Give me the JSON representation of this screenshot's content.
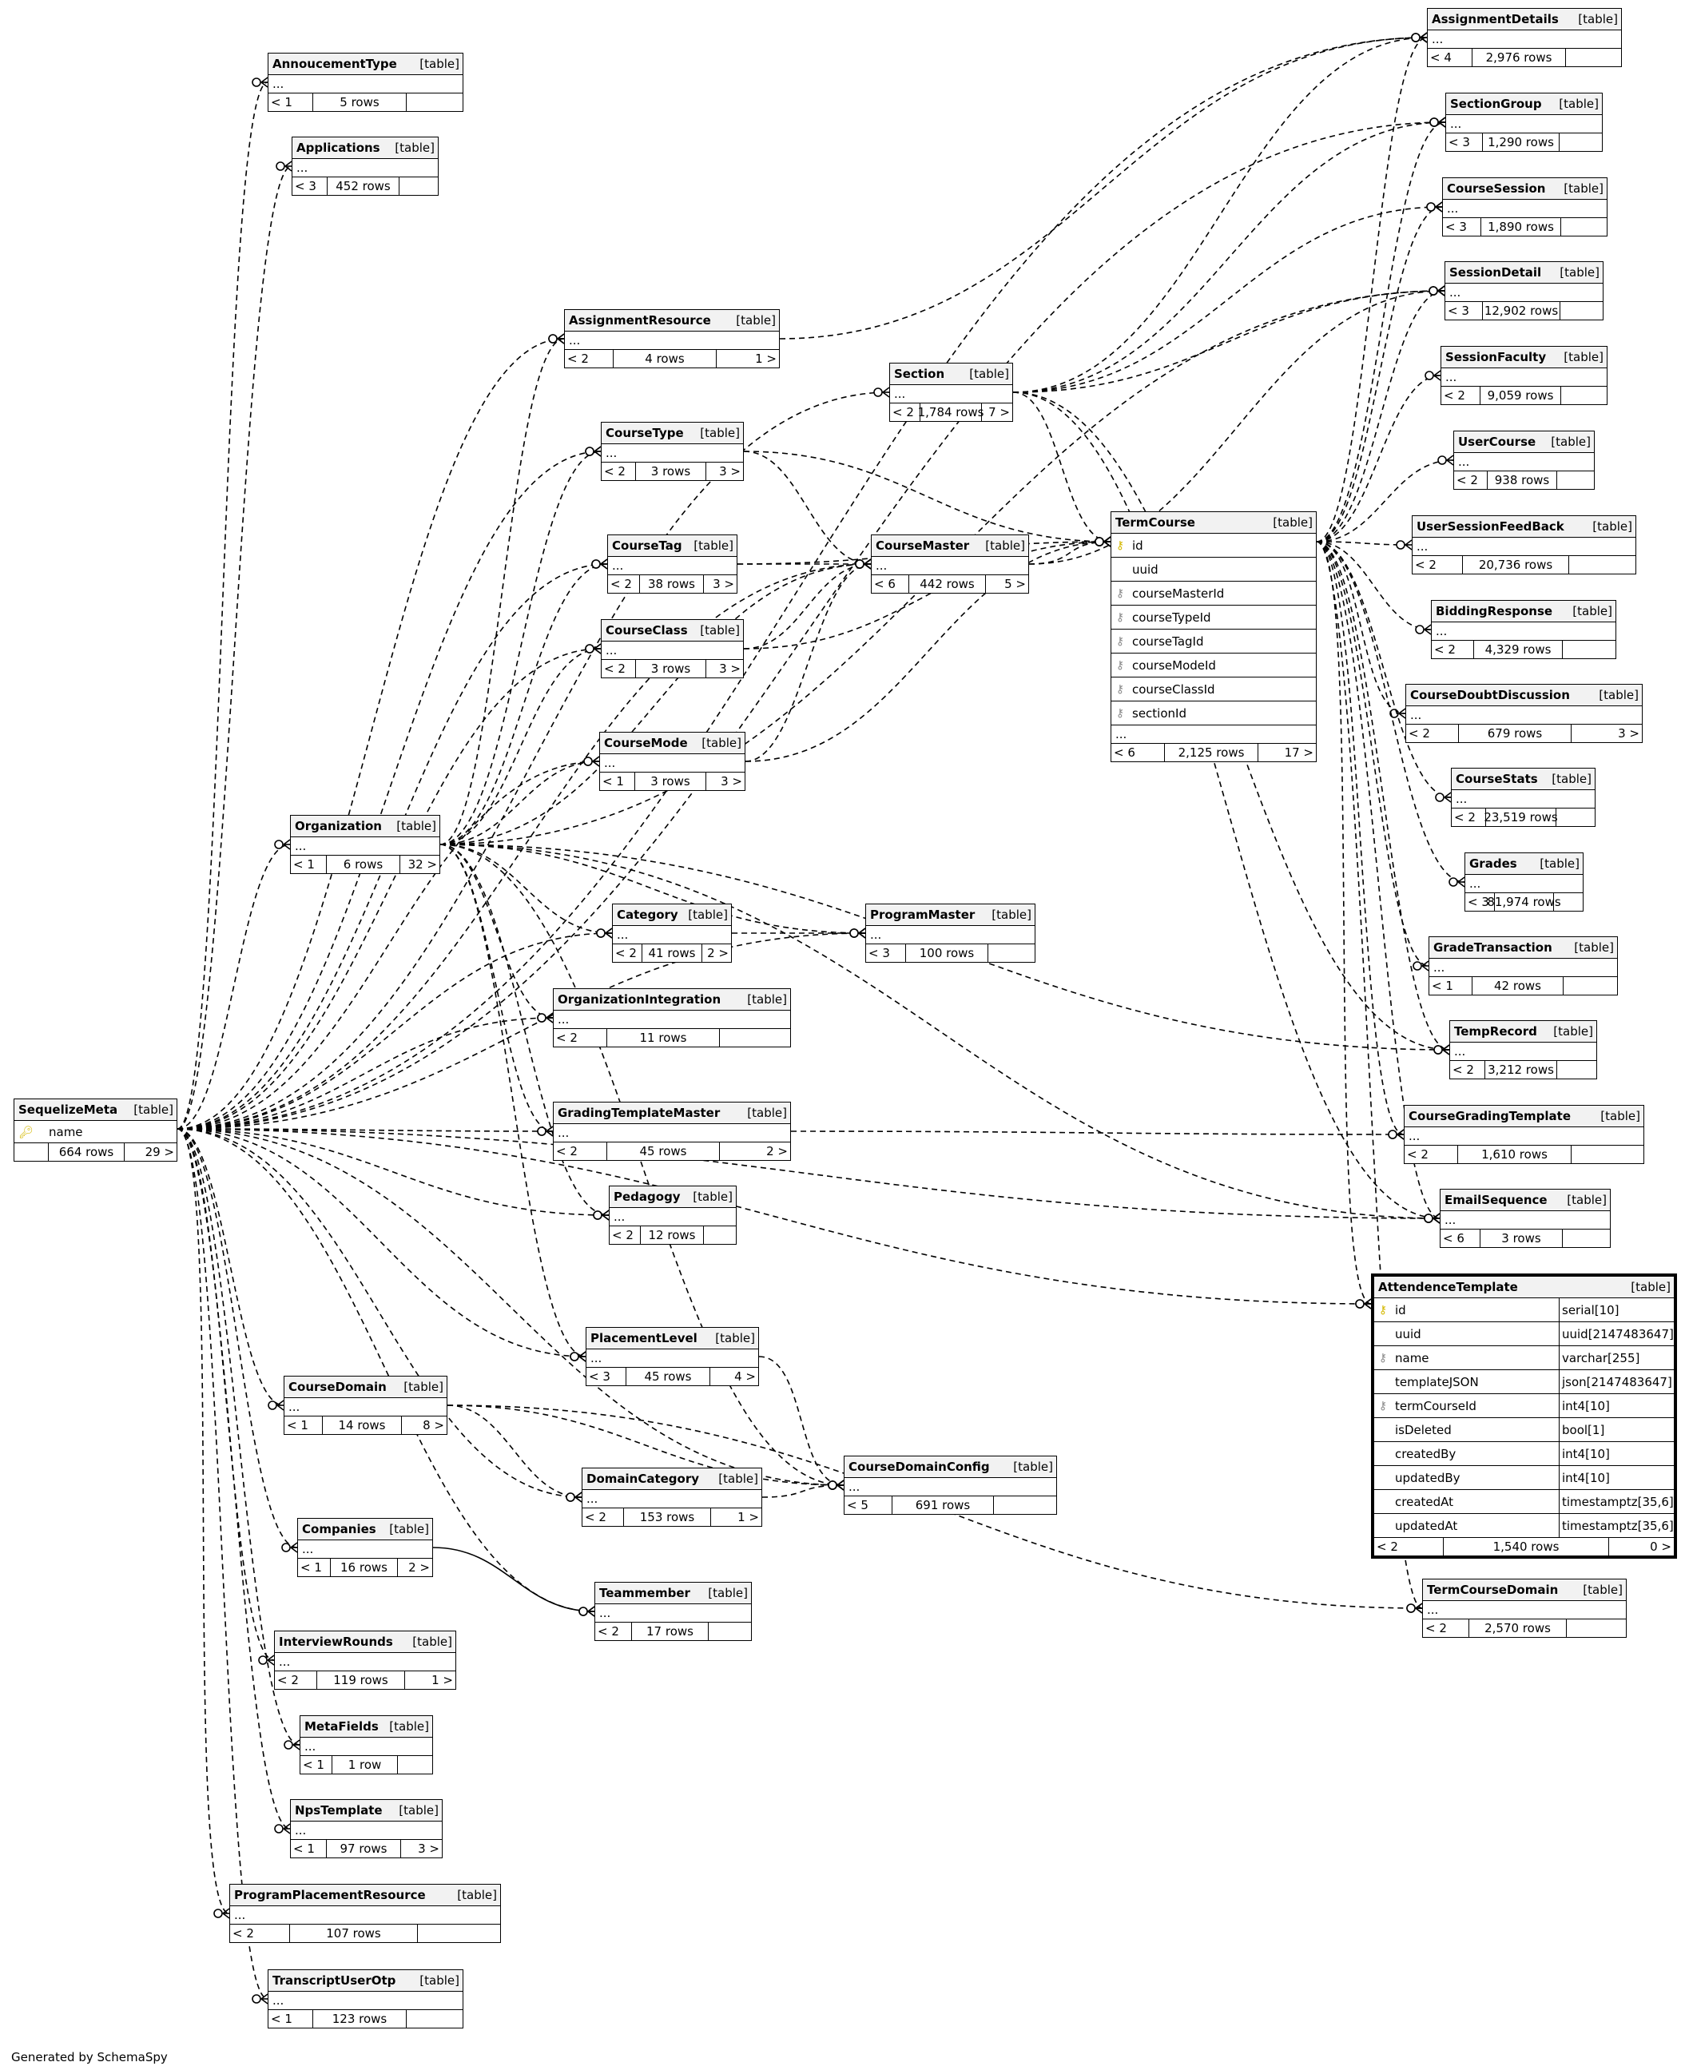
{
  "footer": "Generated by SchemaSpy",
  "table_kind_label": "[table]",
  "ellipsis": "...",
  "tables": {
    "AnnoucementType": {
      "name": "AnnoucementType",
      "parents": "< 1",
      "rows": "5 rows",
      "children": ""
    },
    "Applications": {
      "name": "Applications",
      "parents": "< 3",
      "rows": "452 rows",
      "children": ""
    },
    "AssignmentResource": {
      "name": "AssignmentResource",
      "parents": "< 2",
      "rows": "4 rows",
      "children": "1 >"
    },
    "Section": {
      "name": "Section",
      "parents": "< 2",
      "rows": "1,784 rows",
      "children": "7 >"
    },
    "CourseType": {
      "name": "CourseType",
      "parents": "< 2",
      "rows": "3 rows",
      "children": "3 >"
    },
    "CourseTag": {
      "name": "CourseTag",
      "parents": "< 2",
      "rows": "38 rows",
      "children": "3 >"
    },
    "CourseMaster": {
      "name": "CourseMaster",
      "parents": "< 6",
      "rows": "442 rows",
      "children": "5 >"
    },
    "CourseClass": {
      "name": "CourseClass",
      "parents": "< 2",
      "rows": "3 rows",
      "children": "3 >"
    },
    "CourseMode": {
      "name": "CourseMode",
      "parents": "< 1",
      "rows": "3 rows",
      "children": "3 >"
    },
    "Organization": {
      "name": "Organization",
      "parents": "< 1",
      "rows": "6 rows",
      "children": "32 >"
    },
    "Category": {
      "name": "Category",
      "parents": "< 2",
      "rows": "41 rows",
      "children": "2 >"
    },
    "ProgramMaster": {
      "name": "ProgramMaster",
      "parents": "< 3",
      "rows": "100 rows",
      "children": ""
    },
    "OrganizationIntegration": {
      "name": "OrganizationIntegration",
      "parents": "< 2",
      "rows": "11 rows",
      "children": ""
    },
    "GradingTemplateMaster": {
      "name": "GradingTemplateMaster",
      "parents": "< 2",
      "rows": "45 rows",
      "children": "2 >"
    },
    "Pedagogy": {
      "name": "Pedagogy",
      "parents": "< 2",
      "rows": "12 rows",
      "children": ""
    },
    "PlacementLevel": {
      "name": "PlacementLevel",
      "parents": "< 3",
      "rows": "45 rows",
      "children": "4 >"
    },
    "CourseDomain": {
      "name": "CourseDomain",
      "parents": "< 1",
      "rows": "14 rows",
      "children": "8 >"
    },
    "DomainCategory": {
      "name": "DomainCategory",
      "parents": "< 2",
      "rows": "153 rows",
      "children": "1 >"
    },
    "CourseDomainConfig": {
      "name": "CourseDomainConfig",
      "parents": "< 5",
      "rows": "691 rows",
      "children": ""
    },
    "Companies": {
      "name": "Companies",
      "parents": "< 1",
      "rows": "16 rows",
      "children": "2 >"
    },
    "Teammember": {
      "name": "Teammember",
      "parents": "< 2",
      "rows": "17 rows",
      "children": ""
    },
    "InterviewRounds": {
      "name": "InterviewRounds",
      "parents": "< 2",
      "rows": "119 rows",
      "children": "1 >"
    },
    "MetaFields": {
      "name": "MetaFields",
      "parents": "< 1",
      "rows": "1 row",
      "children": ""
    },
    "NpsTemplate": {
      "name": "NpsTemplate",
      "parents": "< 1",
      "rows": "97 rows",
      "children": "3 >"
    },
    "ProgramPlacementResource": {
      "name": "ProgramPlacementResource",
      "parents": "< 2",
      "rows": "107 rows",
      "children": ""
    },
    "TranscriptUserOtp": {
      "name": "TranscriptUserOtp",
      "parents": "< 1",
      "rows": "123 rows",
      "children": ""
    },
    "AssignmentDetails": {
      "name": "AssignmentDetails",
      "parents": "< 4",
      "rows": "2,976 rows",
      "children": ""
    },
    "SectionGroup": {
      "name": "SectionGroup",
      "parents": "< 3",
      "rows": "1,290 rows",
      "children": ""
    },
    "CourseSession": {
      "name": "CourseSession",
      "parents": "< 3",
      "rows": "1,890 rows",
      "children": ""
    },
    "SessionDetail": {
      "name": "SessionDetail",
      "parents": "< 3",
      "rows": "12,902 rows",
      "children": ""
    },
    "SessionFaculty": {
      "name": "SessionFaculty",
      "parents": "< 2",
      "rows": "9,059 rows",
      "children": ""
    },
    "UserCourse": {
      "name": "UserCourse",
      "parents": "< 2",
      "rows": "938 rows",
      "children": ""
    },
    "UserSessionFeedBack": {
      "name": "UserSessionFeedBack",
      "parents": "< 2",
      "rows": "20,736 rows",
      "children": ""
    },
    "BiddingResponse": {
      "name": "BiddingResponse",
      "parents": "< 2",
      "rows": "4,329 rows",
      "children": ""
    },
    "CourseDoubtDiscussion": {
      "name": "CourseDoubtDiscussion",
      "parents": "< 2",
      "rows": "679 rows",
      "children": "3 >"
    },
    "CourseStats": {
      "name": "CourseStats",
      "parents": "< 2",
      "rows": "23,519 rows",
      "children": ""
    },
    "Grades": {
      "name": "Grades",
      "parents": "< 3",
      "rows": "81,974 rows",
      "children": ""
    },
    "GradeTransaction": {
      "name": "GradeTransaction",
      "parents": "< 1",
      "rows": "42 rows",
      "children": ""
    },
    "TempRecord": {
      "name": "TempRecord",
      "parents": "< 2",
      "rows": "3,212 rows",
      "children": ""
    },
    "CourseGradingTemplate": {
      "name": "CourseGradingTemplate",
      "parents": "< 2",
      "rows": "1,610 rows",
      "children": ""
    },
    "EmailSequence": {
      "name": "EmailSequence",
      "parents": "< 6",
      "rows": "3 rows",
      "children": ""
    },
    "TermCourseDomain": {
      "name": "TermCourseDomain",
      "parents": "< 2",
      "rows": "2,570 rows",
      "children": ""
    }
  },
  "SequelizeMeta": {
    "name": "SequelizeMeta",
    "column": "name",
    "parents": "",
    "rows": "664 rows",
    "children": "29 >"
  },
  "TermCourse": {
    "name": "TermCourse",
    "columns": [
      {
        "name": "id",
        "key": "pk"
      },
      {
        "name": "uuid",
        "key": ""
      },
      {
        "name": "courseMasterId",
        "key": "fk"
      },
      {
        "name": "courseTypeId",
        "key": "fk"
      },
      {
        "name": "courseTagId",
        "key": "fk"
      },
      {
        "name": "courseModeId",
        "key": "fk"
      },
      {
        "name": "courseClassId",
        "key": "fk"
      },
      {
        "name": "sectionId",
        "key": "fk"
      }
    ],
    "parents": "< 6",
    "rows": "2,125 rows",
    "children": "17 >"
  },
  "AttendenceTemplate": {
    "name": "AttendenceTemplate",
    "columns": [
      {
        "name": "id",
        "type": "serial[10]",
        "key": "pk"
      },
      {
        "name": "uuid",
        "type": "uuid[2147483647]",
        "key": ""
      },
      {
        "name": "name",
        "type": "varchar[255]",
        "key": "fk"
      },
      {
        "name": "templateJSON",
        "type": "json[2147483647]",
        "key": ""
      },
      {
        "name": "termCourseId",
        "type": "int4[10]",
        "key": "fk"
      },
      {
        "name": "isDeleted",
        "type": "bool[1]",
        "key": ""
      },
      {
        "name": "createdBy",
        "type": "int4[10]",
        "key": ""
      },
      {
        "name": "updatedBy",
        "type": "int4[10]",
        "key": ""
      },
      {
        "name": "createdAt",
        "type": "timestamptz[35,6]",
        "key": ""
      },
      {
        "name": "updatedAt",
        "type": "timestamptz[35,6]",
        "key": ""
      }
    ],
    "parents": "< 2",
    "rows": "1,540 rows",
    "children": "0 >"
  },
  "edges": [
    [
      "SequelizeMeta",
      "AnnoucementType"
    ],
    [
      "SequelizeMeta",
      "Applications"
    ],
    [
      "SequelizeMeta",
      "AssignmentResource"
    ],
    [
      "SequelizeMeta",
      "Section"
    ],
    [
      "SequelizeMeta",
      "CourseType"
    ],
    [
      "SequelizeMeta",
      "CourseTag"
    ],
    [
      "SequelizeMeta",
      "CourseClass"
    ],
    [
      "SequelizeMeta",
      "CourseMode"
    ],
    [
      "SequelizeMeta",
      "Organization"
    ],
    [
      "SequelizeMeta",
      "CourseMaster"
    ],
    [
      "SequelizeMeta",
      "Category"
    ],
    [
      "SequelizeMeta",
      "OrganizationIntegration"
    ],
    [
      "SequelizeMeta",
      "GradingTemplateMaster"
    ],
    [
      "SequelizeMeta",
      "Pedagogy"
    ],
    [
      "SequelizeMeta",
      "PlacementLevel"
    ],
    [
      "SequelizeMeta",
      "CourseDomain"
    ],
    [
      "SequelizeMeta",
      "DomainCategory"
    ],
    [
      "SequelizeMeta",
      "CourseDomainConfig"
    ],
    [
      "SequelizeMeta",
      "Companies"
    ],
    [
      "SequelizeMeta",
      "Teammember"
    ],
    [
      "SequelizeMeta",
      "InterviewRounds"
    ],
    [
      "SequelizeMeta",
      "MetaFields"
    ],
    [
      "SequelizeMeta",
      "NpsTemplate"
    ],
    [
      "SequelizeMeta",
      "ProgramPlacementResource"
    ],
    [
      "SequelizeMeta",
      "TranscriptUserOtp"
    ],
    [
      "SequelizeMeta",
      "AssignmentDetails"
    ],
    [
      "SequelizeMeta",
      "SectionGroup"
    ],
    [
      "SequelizeMeta",
      "EmailSequence"
    ],
    [
      "SequelizeMeta",
      "AttendenceTemplate"
    ],
    [
      "SequelizeMeta",
      "ProgramMaster"
    ],
    [
      "Organization",
      "CourseType"
    ],
    [
      "Organization",
      "CourseTag"
    ],
    [
      "Organization",
      "CourseClass"
    ],
    [
      "Organization",
      "CourseMode"
    ],
    [
      "Organization",
      "Category"
    ],
    [
      "Organization",
      "OrganizationIntegration"
    ],
    [
      "Organization",
      "GradingTemplateMaster"
    ],
    [
      "Organization",
      "Pedagogy"
    ],
    [
      "Organization",
      "PlacementLevel"
    ],
    [
      "Organization",
      "AssignmentResource"
    ],
    [
      "Organization",
      "CourseMaster"
    ],
    [
      "Organization",
      "ProgramMaster"
    ],
    [
      "Organization",
      "EmailSequence"
    ],
    [
      "Organization",
      "TempRecord"
    ],
    [
      "Organization",
      "CourseDomainConfig"
    ],
    [
      "Organization",
      "SessionDetail"
    ],
    [
      "CourseType",
      "CourseMaster"
    ],
    [
      "CourseType",
      "TermCourse"
    ],
    [
      "CourseTag",
      "CourseMaster"
    ],
    [
      "CourseTag",
      "TermCourse"
    ],
    [
      "CourseClass",
      "CourseMaster"
    ],
    [
      "CourseClass",
      "TermCourse"
    ],
    [
      "CourseMode",
      "CourseMaster"
    ],
    [
      "CourseMode",
      "TermCourse"
    ],
    [
      "CourseMaster",
      "TermCourse"
    ],
    [
      "CourseMaster",
      "SessionDetail"
    ],
    [
      "Section",
      "TermCourse"
    ],
    [
      "Section",
      "AssignmentDetails"
    ],
    [
      "Section",
      "SectionGroup"
    ],
    [
      "Section",
      "CourseSession"
    ],
    [
      "Section",
      "SessionDetail"
    ],
    [
      "Section",
      "TempRecord"
    ],
    [
      "Section",
      "EmailSequence"
    ],
    [
      "AssignmentResource",
      "AssignmentDetails"
    ],
    [
      "Category",
      "ProgramMaster"
    ],
    [
      "GradingTemplateMaster",
      "CourseGradingTemplate"
    ],
    [
      "PlacementLevel",
      "CourseDomainConfig"
    ],
    [
      "CourseDomain",
      "DomainCategory"
    ],
    [
      "CourseDomain",
      "CourseDomainConfig"
    ],
    [
      "CourseDomain",
      "TermCourseDomain"
    ],
    [
      "DomainCategory",
      "CourseDomainConfig"
    ],
    [
      "TermCourse",
      "AssignmentDetails"
    ],
    [
      "TermCourse",
      "SectionGroup"
    ],
    [
      "TermCourse",
      "CourseSession"
    ],
    [
      "TermCourse",
      "SessionDetail"
    ],
    [
      "TermCourse",
      "SessionFaculty"
    ],
    [
      "TermCourse",
      "UserCourse"
    ],
    [
      "TermCourse",
      "UserSessionFeedBack"
    ],
    [
      "TermCourse",
      "BiddingResponse"
    ],
    [
      "TermCourse",
      "CourseDoubtDiscussion"
    ],
    [
      "TermCourse",
      "CourseStats"
    ],
    [
      "TermCourse",
      "Grades"
    ],
    [
      "TermCourse",
      "GradeTransaction"
    ],
    [
      "TermCourse",
      "TempRecord"
    ],
    [
      "TermCourse",
      "CourseGradingTemplate"
    ],
    [
      "TermCourse",
      "EmailSequence"
    ],
    [
      "TermCourse",
      "AttendenceTemplate"
    ],
    [
      "TermCourse",
      "TermCourseDomain"
    ]
  ],
  "solid_edges": [
    [
      "Companies",
      "Teammember"
    ]
  ]
}
